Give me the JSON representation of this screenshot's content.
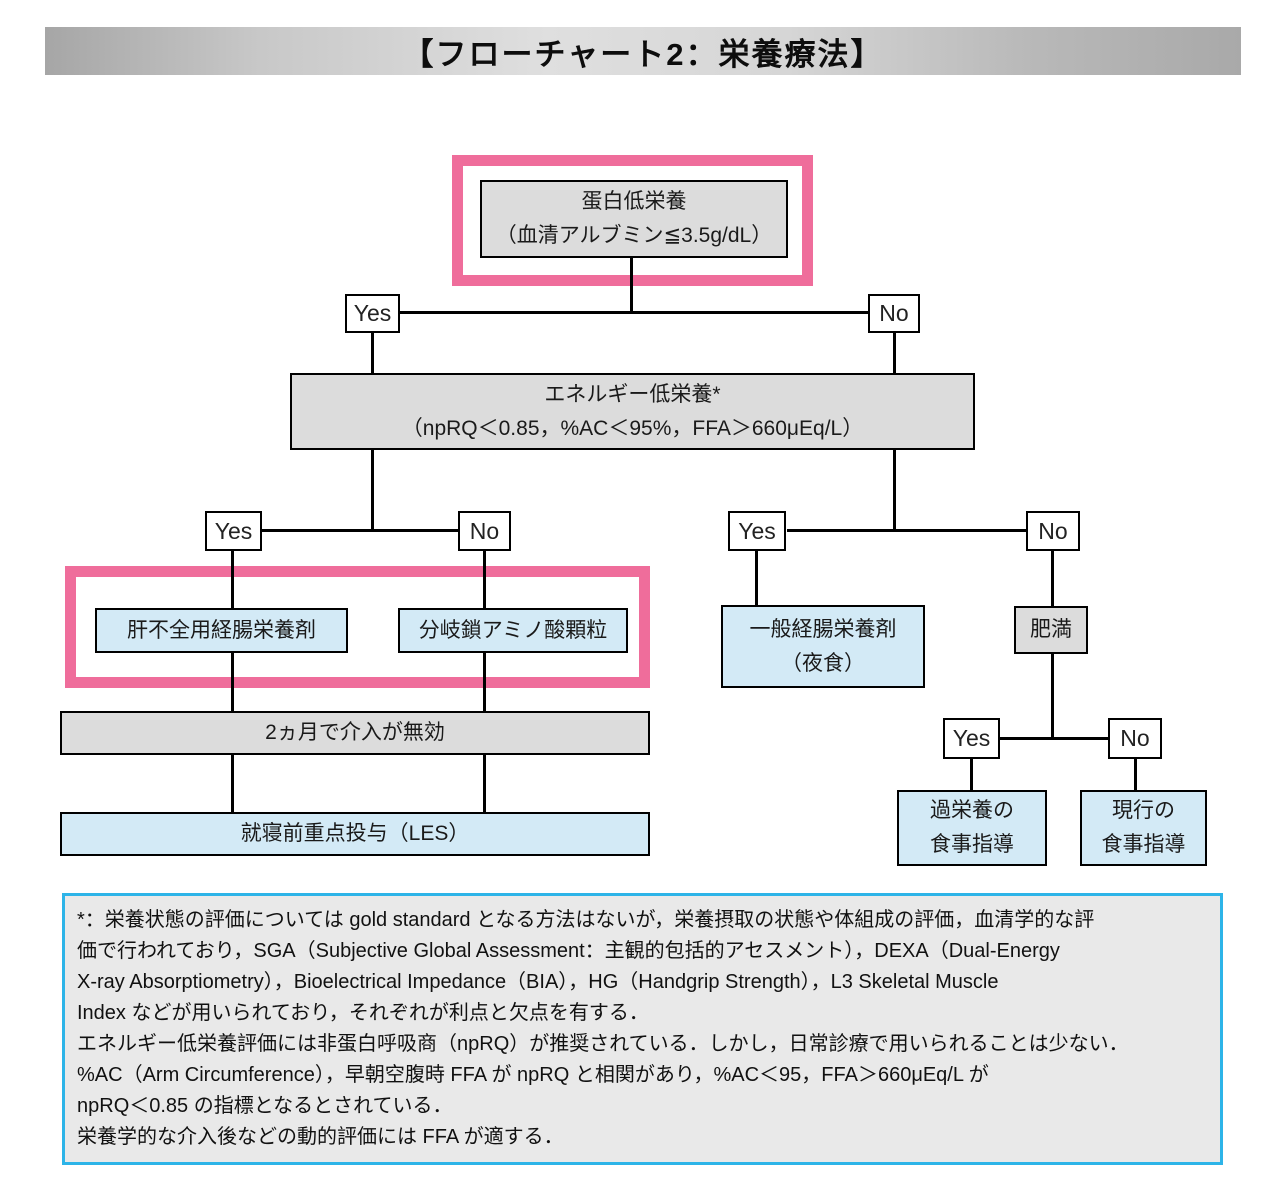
{
  "title": "【フローチャート2：栄養療法】",
  "flow": {
    "yes": "Yes",
    "no": "No",
    "protein": {
      "line1": "蛋白低栄養",
      "line2": "（血清アルブミン≦3.5g/dL）"
    },
    "energy": {
      "line1": "エネルギー低栄養*",
      "line2": "（npRQ＜0.85，%AC＜95%，FFA＞660μEq/L）"
    },
    "liver": "肝不全用経腸栄養剤",
    "bcaa": "分岐鎖アミノ酸顆粒",
    "general": {
      "line1": "一般経腸栄養剤",
      "line2": "（夜食）"
    },
    "obesity": "肥満",
    "ineffective": "2ヵ月で介入が無効",
    "les": "就寝前重点投与（LES）",
    "overnutrition": {
      "line1": "過栄養の",
      "line2": "食事指導"
    },
    "current": {
      "line1": "現行の",
      "line2": "食事指導"
    }
  },
  "footnote": {
    "lines": [
      "*：栄養状態の評価については gold standard となる方法はないが，栄養摂取の状態や体組成の評価，血清学的な評",
      "価で行われており，SGA（Subjective Global Assessment：主観的包括的アセスメント），DEXA（Dual-Energy",
      "X-ray Absorptiometry），Bioelectrical Impedance（BIA），HG（Handgrip Strength），L3 Skeletal Muscle",
      "Index などが用いられており，それぞれが利点と欠点を有する．",
      "エネルギー低栄養評価には非蛋白呼吸商（npRQ）が推奨されている．しかし，日常診療で用いられることは少ない．",
      "%AC（Arm Circumference），早朝空腹時 FFA が npRQ と相関があり，%AC＜95，FFA＞660μEq/L が",
      "npRQ＜0.85 の指標となるとされている．",
      "栄養学的な介入後などの動的評価には FFA が適する．"
    ]
  },
  "colors": {
    "highlight_pink": "#ef6d9b",
    "node_gray": "#dcdcdc",
    "node_blue": "#d3eaf6",
    "footnote_border": "#2db4e8",
    "footnote_bg": "#e9e9e9",
    "line": "#000000"
  }
}
